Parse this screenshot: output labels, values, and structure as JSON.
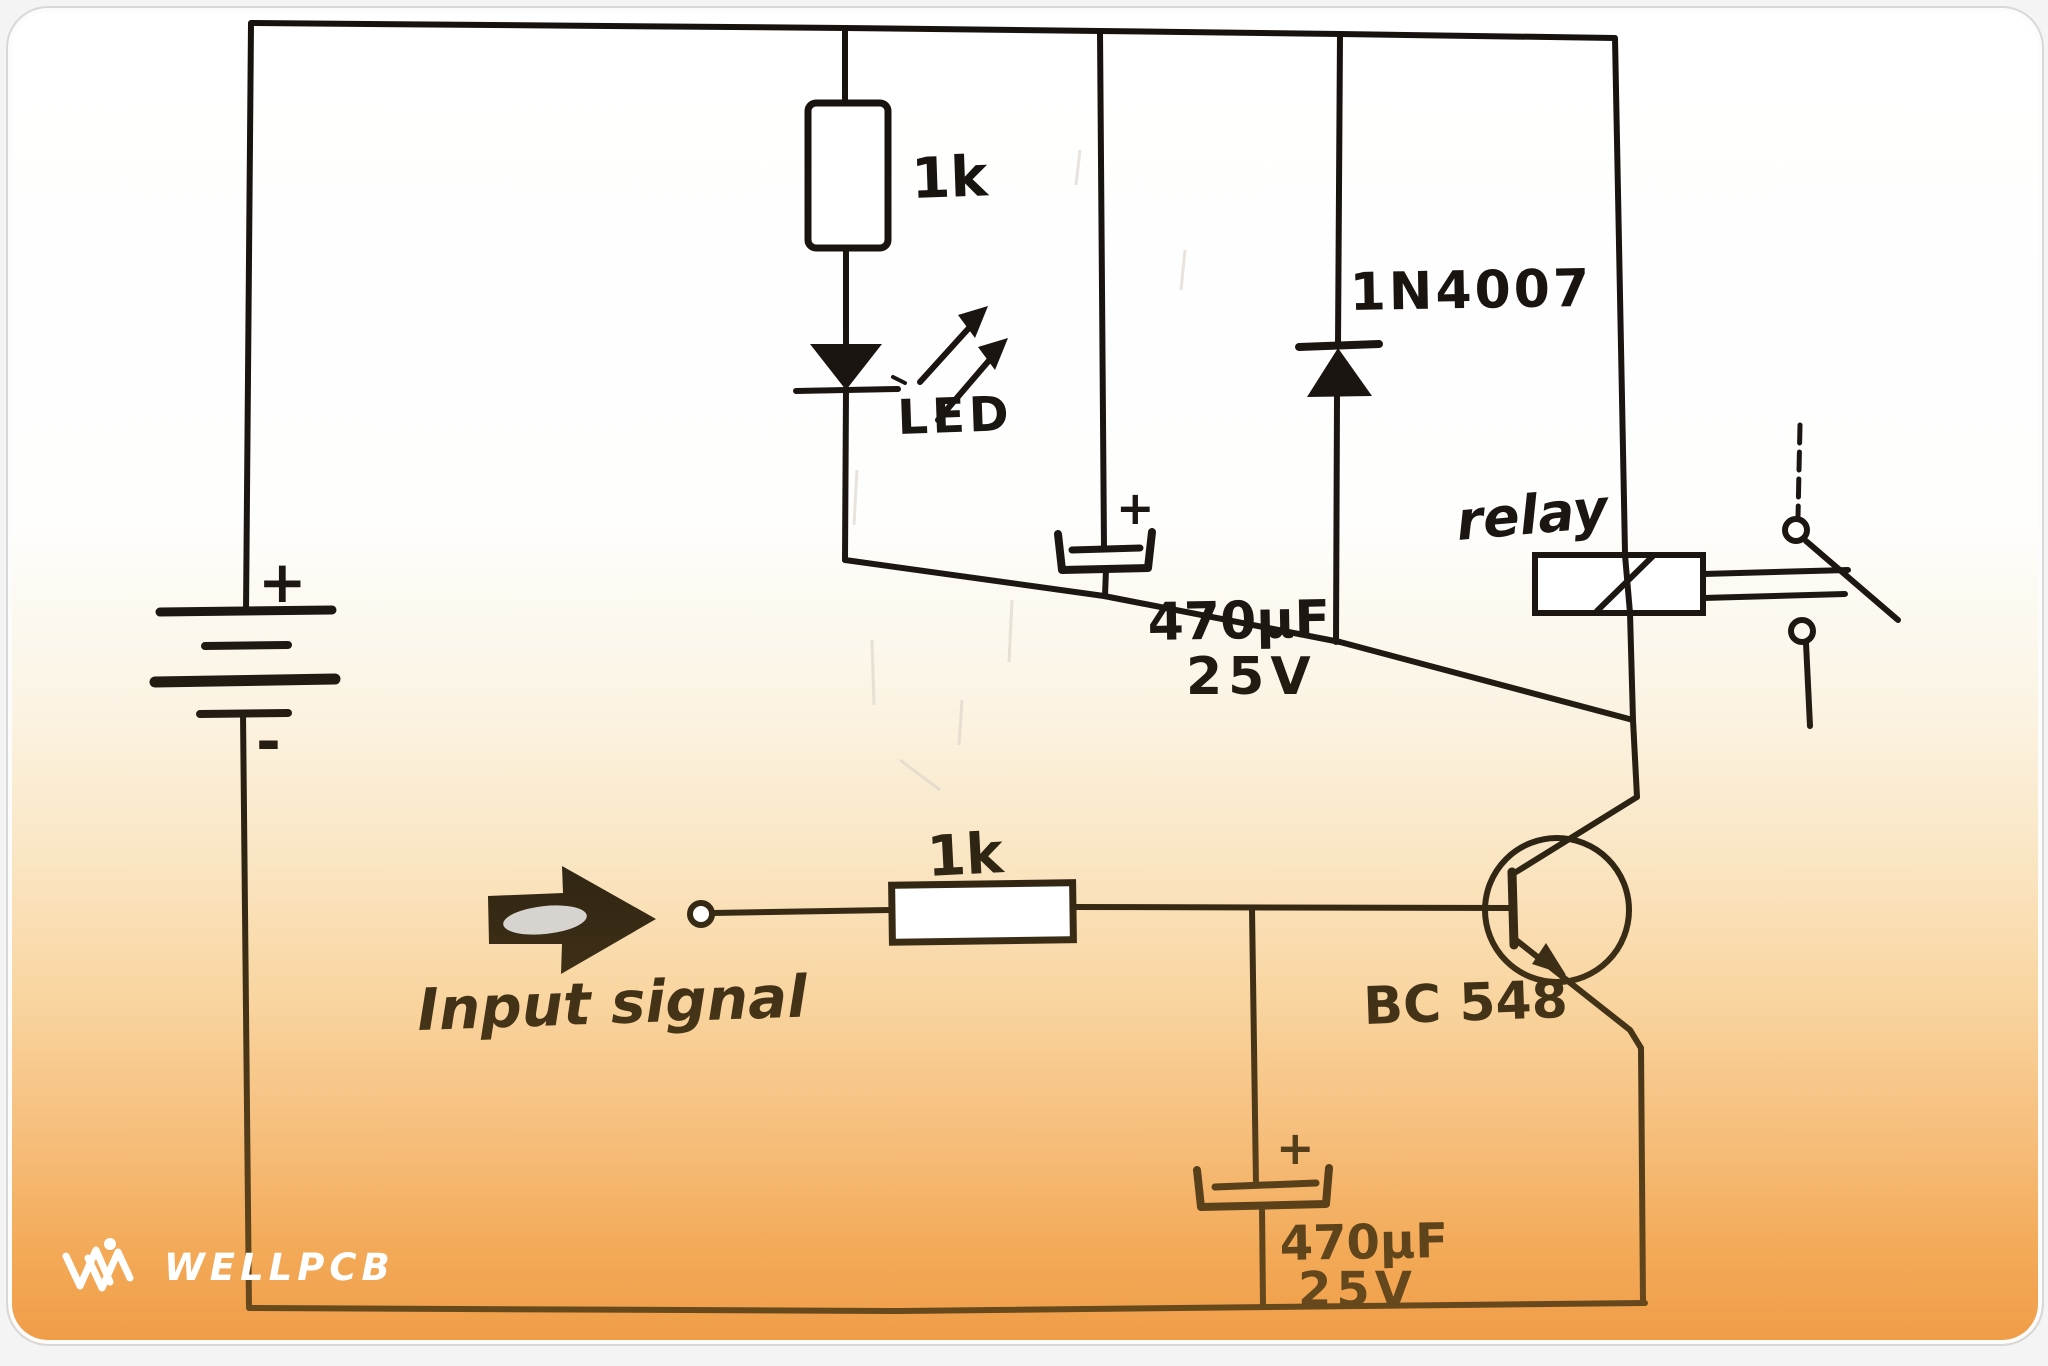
{
  "components": {
    "battery": {
      "plus": "+",
      "minus": "-"
    },
    "resistor_top": {
      "label": "1k"
    },
    "led": {
      "label": "LED"
    },
    "capacitor_top": {
      "plus": "+",
      "value": "470µF",
      "voltage": "25V"
    },
    "diode": {
      "label": "1N4007"
    },
    "relay": {
      "label": "relay"
    },
    "input": {
      "label": "Input signal"
    },
    "resistor_input": {
      "label": "1k"
    },
    "transistor": {
      "label": "BC 548"
    },
    "capacitor_bottom": {
      "plus": "+",
      "value": "470µF",
      "voltage": "25V"
    }
  },
  "branding": {
    "logo_text": "WELLPCB"
  },
  "colors": {
    "ink_top": "#1b1511",
    "ink_bottom": "#6e4d1d",
    "background_orange": "#f09c47",
    "card_border": "#d8d8d8",
    "logo": "#ffffff"
  }
}
